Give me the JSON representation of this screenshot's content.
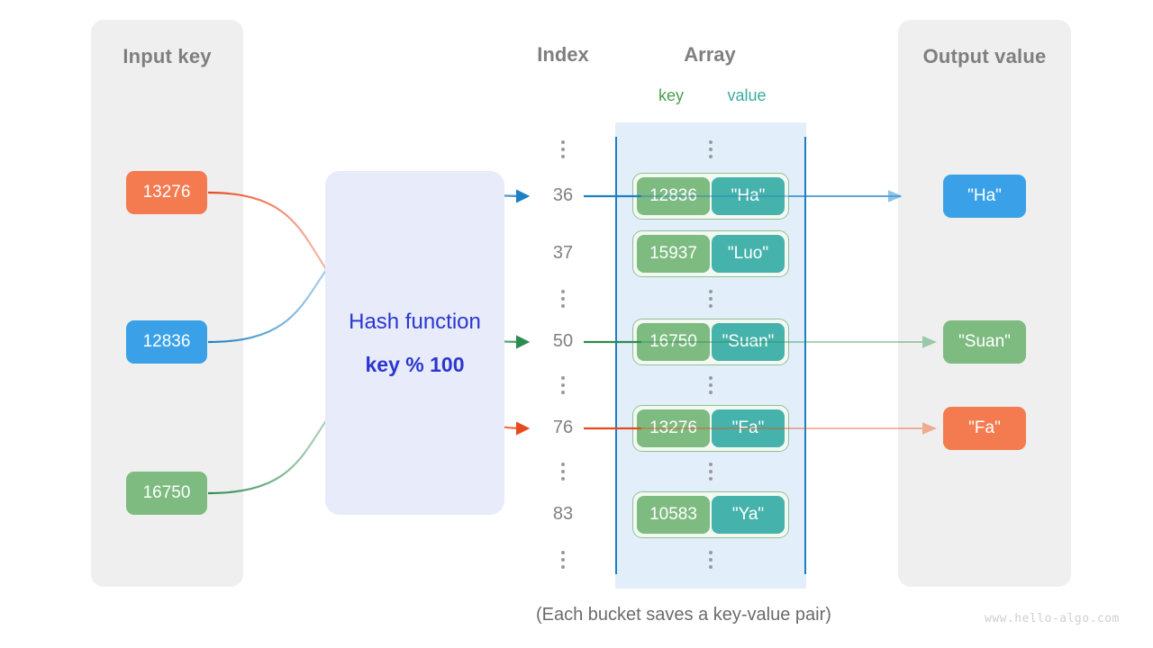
{
  "diagram": {
    "caption": "(Each bucket saves a key-value pair)",
    "watermark": "www.hello-algo.com",
    "colors": {
      "orange": "#f47b50",
      "blue": "#3aa1e8",
      "green": "#7dbb80",
      "teal": "#45b3ab",
      "panel_gray": "#efefef",
      "array_fill": "#e2effb",
      "array_border": "#1d7fc4",
      "hash_fill": "#e7ebfa",
      "hash_text": "#2b36cf",
      "heading_gray": "#7f7f7f"
    }
  },
  "input_panel": {
    "title": "Input key",
    "keys": [
      {
        "value": "13276",
        "color": "orange"
      },
      {
        "value": "12836",
        "color": "blue"
      },
      {
        "value": "16750",
        "color": "green"
      }
    ]
  },
  "hash_function": {
    "title": "Hash function",
    "formula": "key % 100"
  },
  "index_column": {
    "title": "Index",
    "entries": [
      {
        "type": "dots",
        "label": "⋮"
      },
      {
        "type": "index",
        "label": "36"
      },
      {
        "type": "index",
        "label": "37"
      },
      {
        "type": "dots",
        "label": "⋮"
      },
      {
        "type": "index",
        "label": "50"
      },
      {
        "type": "dots",
        "label": "⋮"
      },
      {
        "type": "index",
        "label": "76"
      },
      {
        "type": "dots",
        "label": "⋮"
      },
      {
        "type": "index",
        "label": "83"
      },
      {
        "type": "dots",
        "label": "⋮"
      }
    ]
  },
  "array_column": {
    "title": "Array",
    "key_label": "key",
    "value_label": "value",
    "buckets": [
      {
        "index": "36",
        "key": "12836",
        "value": "\"Ha\""
      },
      {
        "index": "37",
        "key": "15937",
        "value": "\"Luo\""
      },
      {
        "index": "50",
        "key": "16750",
        "value": "\"Suan\""
      },
      {
        "index": "76",
        "key": "13276",
        "value": "\"Fa\""
      },
      {
        "index": "83",
        "key": "10583",
        "value": "\"Ya\""
      }
    ]
  },
  "output_panel": {
    "title": "Output value",
    "values": [
      {
        "value": "\"Ha\"",
        "color": "blue"
      },
      {
        "value": "\"Suan\"",
        "color": "green"
      },
      {
        "value": "\"Fa\"",
        "color": "orange"
      }
    ]
  },
  "mappings": [
    {
      "key": "13276",
      "index": "76",
      "output": "\"Fa\"",
      "color": "#e8491f"
    },
    {
      "key": "12836",
      "index": "36",
      "output": "\"Ha\"",
      "color": "#1d7fc4"
    },
    {
      "key": "16750",
      "index": "50",
      "output": "\"Suan\"",
      "color": "#2e8b4f"
    }
  ]
}
